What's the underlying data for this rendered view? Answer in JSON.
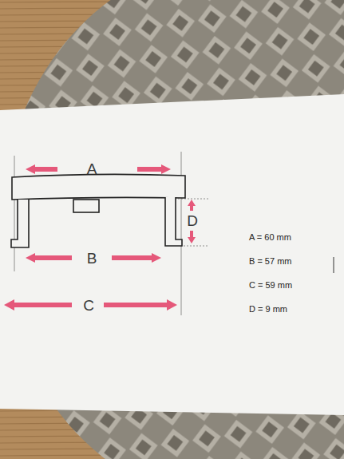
{
  "diagram": {
    "labels": [
      "A",
      "B",
      "C",
      "D",
      "A = 60 mm",
      "B = 57 mm",
      "C = 59 mm",
      "D = 9 mm"
    ]
  }
}
